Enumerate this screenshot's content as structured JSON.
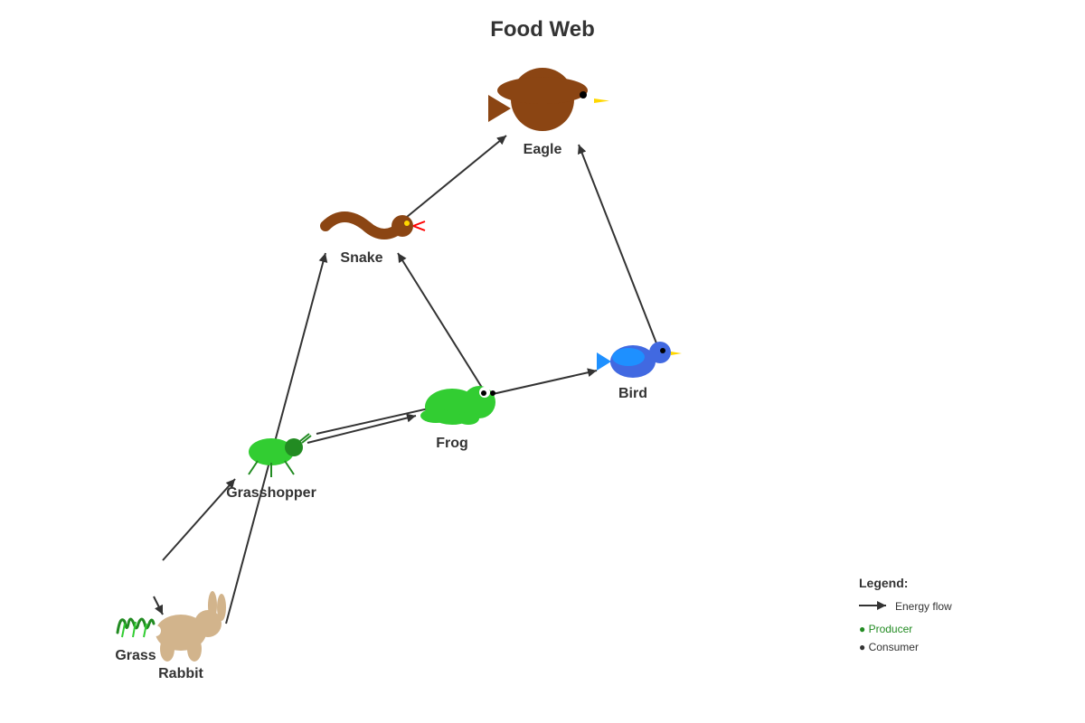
{
  "title": "Food Web",
  "organisms": {
    "eagle": {
      "label": "Eagle"
    },
    "snake": {
      "label": "Snake"
    },
    "bird": {
      "label": "Bird"
    },
    "frog": {
      "label": "Frog"
    },
    "grasshopper": {
      "label": "Grasshopper"
    },
    "grass": {
      "label": "Grass"
    },
    "rabbit": {
      "label": "Rabbit"
    }
  },
  "energy_flows": [
    {
      "from": "grass",
      "to": "grasshopper"
    },
    {
      "from": "grass",
      "to": "rabbit"
    },
    {
      "from": "rabbit",
      "to": "snake"
    },
    {
      "from": "grasshopper",
      "to": "frog"
    },
    {
      "from": "grasshopper",
      "to": "bird"
    },
    {
      "from": "frog",
      "to": "snake"
    },
    {
      "from": "snake",
      "to": "eagle"
    },
    {
      "from": "bird",
      "to": "eagle"
    }
  ],
  "legend": {
    "title": "Legend:",
    "energy_flow": "Energy flow",
    "producer": "● Producer",
    "consumer": "● Consumer"
  },
  "colors": {
    "arrow": "#333333",
    "eagle": "#8b4513",
    "snake": "#8b4513",
    "bird": "#4169e1",
    "frog": "#32cd32",
    "grasshopper": "#32cd32",
    "grass": "#228b22",
    "rabbit": "#d2b48c",
    "producer": "#228b22",
    "consumer": "#333333"
  }
}
